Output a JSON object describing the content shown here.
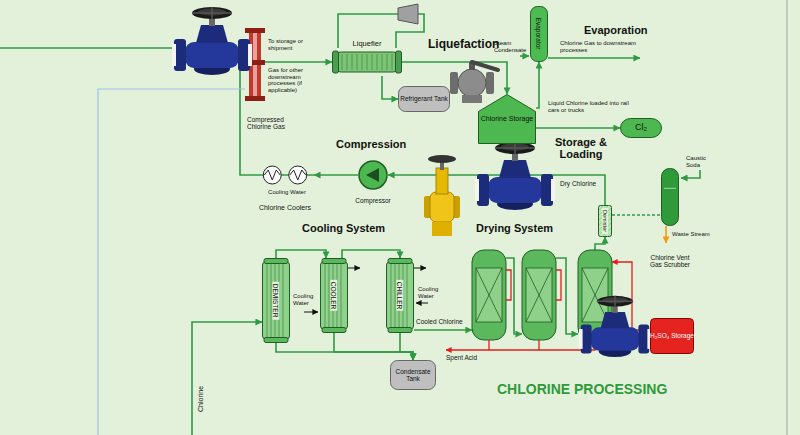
{
  "diagram": {
    "title": "CHLORINE PROCESSING",
    "nodes": [
      {
        "text": [
          "Liquefier"
        ]
      },
      {
        "text": [
          "Refrigerant Tank"
        ]
      },
      {
        "text": [
          "Evaporator"
        ]
      },
      {
        "text": [
          "Chlorine Storage"
        ]
      },
      {
        "text": [
          "Cl₂"
        ]
      },
      {
        "text": [
          "Compressor"
        ]
      },
      {
        "text": [
          "Chlorine Coolers"
        ]
      },
      {
        "text": [
          "Demister"
        ]
      },
      {
        "text": [
          "Chlorine Vent Gas Scrubber"
        ]
      },
      {
        "text": [
          "DEMISTER"
        ]
      },
      {
        "text": [
          "COOLER"
        ]
      },
      {
        "text": [
          "CHILLER"
        ]
      },
      {
        "text": [
          "Condensate Tank"
        ]
      },
      {
        "text": [
          "H₂SO₄ Storage"
        ]
      }
    ],
    "edges": [
      {
        "from": 0,
        "to": 3,
        "arrow": "to"
      },
      {
        "from": 0,
        "to": 1,
        "arrow": "to"
      },
      {
        "from": 3,
        "to": 2,
        "arrow": "to"
      },
      {
        "from": 3,
        "to": 4,
        "label": "Liquid Chlorine loaded into rail cars or trucks",
        "arrow": "to"
      },
      {
        "from": 5,
        "to": 6,
        "arrow": "to"
      },
      {
        "from": 6,
        "to": 0,
        "label": "Compressed Chlorine Gas",
        "arrow": "to"
      },
      {
        "from": 7,
        "to": 5,
        "label": "Dry Chlorine",
        "arrow": "to"
      },
      {
        "from": 7,
        "to": 8,
        "arrow": "none"
      },
      {
        "from": 9,
        "to": 10,
        "arrow": "to"
      },
      {
        "from": 10,
        "to": 11,
        "arrow": "to"
      },
      {
        "from": 9,
        "to": 12,
        "arrow": "to"
      },
      {
        "from": 10,
        "to": 12,
        "arrow": "to"
      },
      {
        "from": 11,
        "to": 12,
        "arrow": "to"
      }
    ],
    "labels": [
      "Liquefaction",
      "Evaporation",
      "Steam Condensate",
      "Chlorine Gas to downstream processes",
      "Storage & Loading",
      "To storage or shipment",
      "Gas for other downstream processes (if applicable)",
      "Compression",
      "Cooling Water",
      "Caustic Soda",
      "Waste Stream",
      "Cooling System",
      "Drying System",
      "Cooling Water",
      "Cooling Water",
      "Cooled Chlorine",
      "Spent Acid",
      "Chlorine"
    ]
  }
}
